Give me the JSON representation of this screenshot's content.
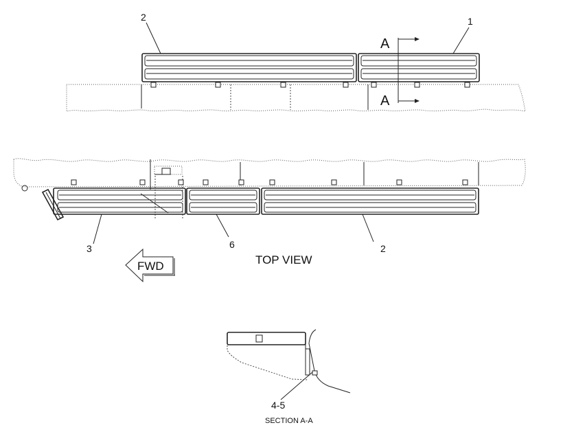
{
  "callouts": {
    "top_left": "2",
    "top_right": "1",
    "bottom_left": "3",
    "bottom_middle": "6",
    "bottom_right": "2",
    "section_part": "4-5"
  },
  "section_marker": {
    "top": "A",
    "bottom": "A"
  },
  "labels": {
    "fwd": "FWD",
    "top_view": "TOP VIEW",
    "section_title": "SECTION A-A"
  }
}
